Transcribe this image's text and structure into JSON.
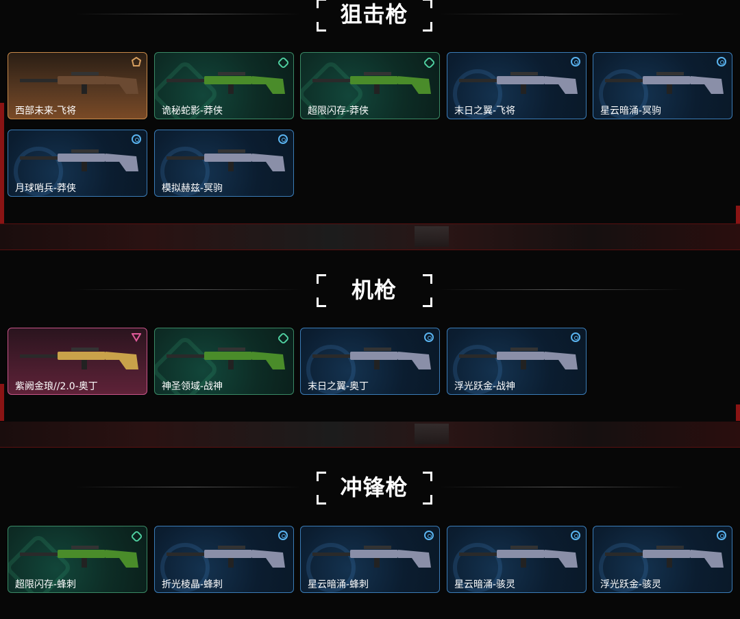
{
  "sections": [
    {
      "title": "狙击枪",
      "cards": [
        {
          "label": "西部未来-飞将",
          "tier": "gold",
          "rarity_icon": "pentagon-icon"
        },
        {
          "label": "诡秘蛇影-莽侠",
          "tier": "green",
          "rarity_icon": "octagon-icon"
        },
        {
          "label": "超限闪存-莽侠",
          "tier": "green",
          "rarity_icon": "octagon-icon"
        },
        {
          "label": "末日之翼-飞将",
          "tier": "blue",
          "rarity_icon": "circle-icon"
        },
        {
          "label": "星云暗涌-冥驹",
          "tier": "blue",
          "rarity_icon": "circle-icon"
        },
        {
          "label": "月球哨兵-莽侠",
          "tier": "blue",
          "rarity_icon": "circle-icon"
        },
        {
          "label": "模拟赫兹-冥驹",
          "tier": "blue",
          "rarity_icon": "circle-icon"
        }
      ]
    },
    {
      "title": "机枪",
      "cards": [
        {
          "label": "紫阙金琅//2.0-奥丁",
          "tier": "pink",
          "rarity_icon": "triangle-icon"
        },
        {
          "label": "神圣领域-战神",
          "tier": "green",
          "rarity_icon": "octagon-icon"
        },
        {
          "label": "末日之翼-奥丁",
          "tier": "blue",
          "rarity_icon": "circle-icon"
        },
        {
          "label": "浮光跃金-战神",
          "tier": "blue",
          "rarity_icon": "circle-icon"
        }
      ]
    },
    {
      "title": "冲锋枪",
      "cards": [
        {
          "label": "超限闪存-蜂刺",
          "tier": "green",
          "rarity_icon": "octagon-icon"
        },
        {
          "label": "折光棱晶-蜂刺",
          "tier": "blue",
          "rarity_icon": "circle-icon"
        },
        {
          "label": "星云暗涌-蜂刺",
          "tier": "blue",
          "rarity_icon": "circle-icon"
        },
        {
          "label": "星云暗涌-骇灵",
          "tier": "blue",
          "rarity_icon": "circle-icon"
        },
        {
          "label": "浮光跃金-骇灵",
          "tier": "blue",
          "rarity_icon": "circle-icon"
        }
      ]
    }
  ],
  "colors": {
    "blue_border": "#3b7db8",
    "green_border": "#3a8a66",
    "gold_border": "#c88a4a",
    "pink_border": "#c9558a",
    "accent_red": "#8a1414"
  }
}
